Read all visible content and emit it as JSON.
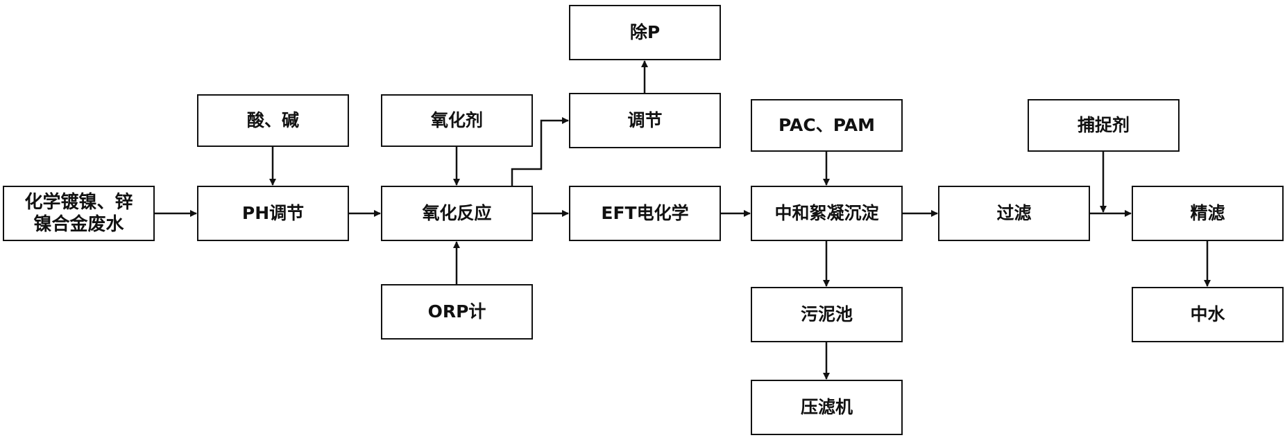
{
  "diagram": {
    "nodes": {
      "source": [
        "化学镀镍、锌",
        "镍合金废水"
      ],
      "acid_base": "酸、碱",
      "ph_adjust": "PH调节",
      "oxidant": "氧化剂",
      "oxidation": "氧化反应",
      "orp": "ORP计",
      "remove_p": "除P",
      "adjust": "调节",
      "eft": "EFT电化学",
      "pac_pam": "PAC、PAM",
      "neutral": "中和絮凝沉淀",
      "sludge": "污泥池",
      "press": "压滤机",
      "filter": "过滤",
      "trap": "捕捉剂",
      "fine": "精滤",
      "reuse": "中水"
    }
  }
}
